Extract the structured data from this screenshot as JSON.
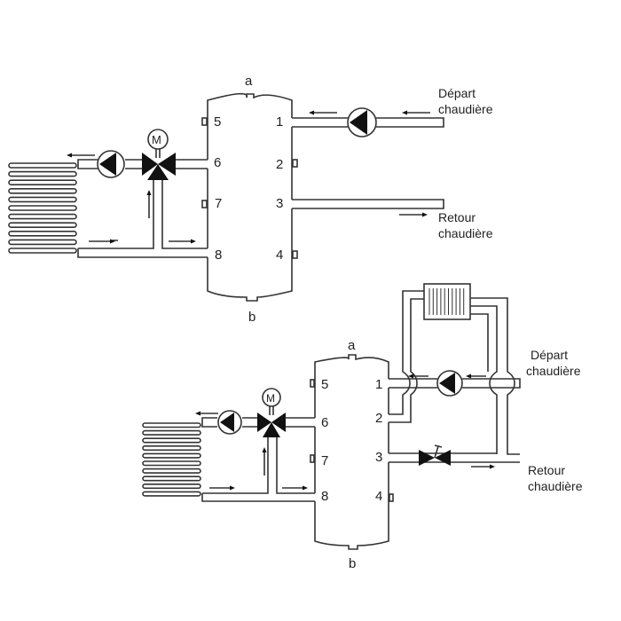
{
  "top_diagram": {
    "tank_top_label": "a",
    "tank_bottom_label": "b",
    "ports": [
      "1",
      "2",
      "3",
      "4",
      "5",
      "6",
      "7",
      "8"
    ],
    "motor_label": "M",
    "supply_label": [
      "Départ",
      "chaudière"
    ],
    "return_label": [
      "Retour",
      "chaudière"
    ]
  },
  "bottom_diagram": {
    "tank_top_label": "a",
    "tank_bottom_label": "b",
    "ports": [
      "1",
      "2",
      "3",
      "4",
      "5",
      "6",
      "7",
      "8"
    ],
    "motor_label": "M",
    "supply_label": [
      "Départ",
      "chaudière"
    ],
    "return_label": [
      "Retour",
      "chaudière"
    ]
  }
}
